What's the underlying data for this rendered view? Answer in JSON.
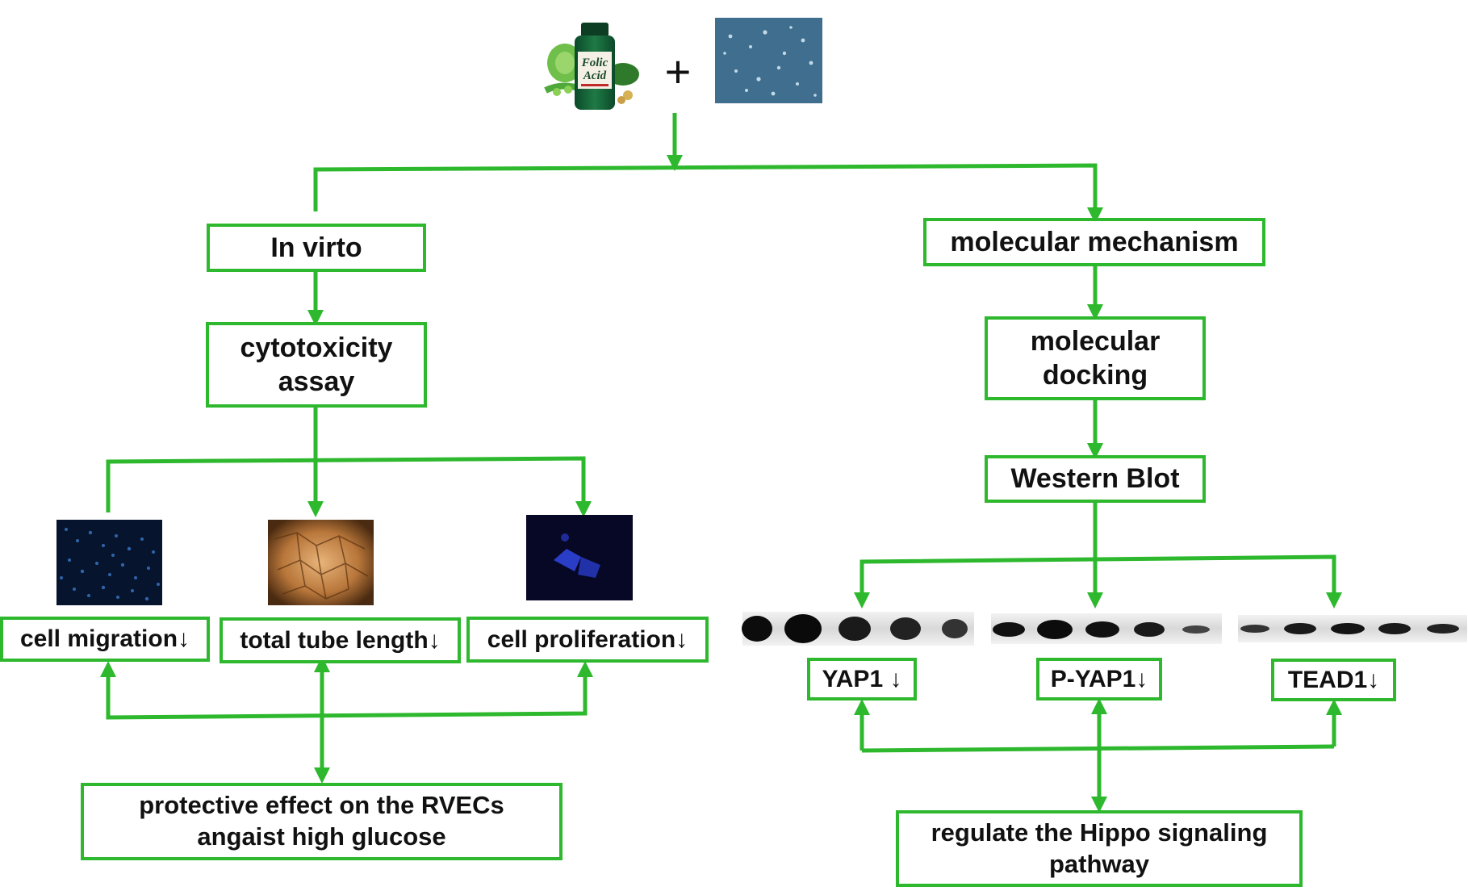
{
  "colors": {
    "accent": "#2db82d"
  },
  "top": {
    "plus_symbol": "+",
    "bottle_label_line1": "Folic",
    "bottle_label_line2": "Acid",
    "bottle_icon": "folic-acid-bottle-photo",
    "cell_icon": "cell-culture-micrograph"
  },
  "left": {
    "in_vitro": "In virto",
    "cytotoxicity": "cytotoxicity\nassay",
    "results": [
      {
        "label": "cell migration↓",
        "image": "migration-fluorescence-micrograph"
      },
      {
        "label": "total tube length↓",
        "image": "tube-formation-micrograph"
      },
      {
        "label": "cell proliferation↓",
        "image": "proliferation-fluorescence-micrograph"
      }
    ],
    "conclusion": "protective effect on the RVECs\nangaist high glucose"
  },
  "right": {
    "mechanism": "molecular mechanism",
    "docking": "molecular\ndocking",
    "western": "Western Blot",
    "proteins": [
      {
        "label": "YAP1 ↓",
        "blot": "yap1-blot-bands"
      },
      {
        "label": "P-YAP1↓",
        "blot": "p-yap1-blot-bands"
      },
      {
        "label": "TEAD1↓",
        "blot": "tead1-blot-bands"
      }
    ],
    "conclusion": "regulate the Hippo signaling\npathway"
  }
}
